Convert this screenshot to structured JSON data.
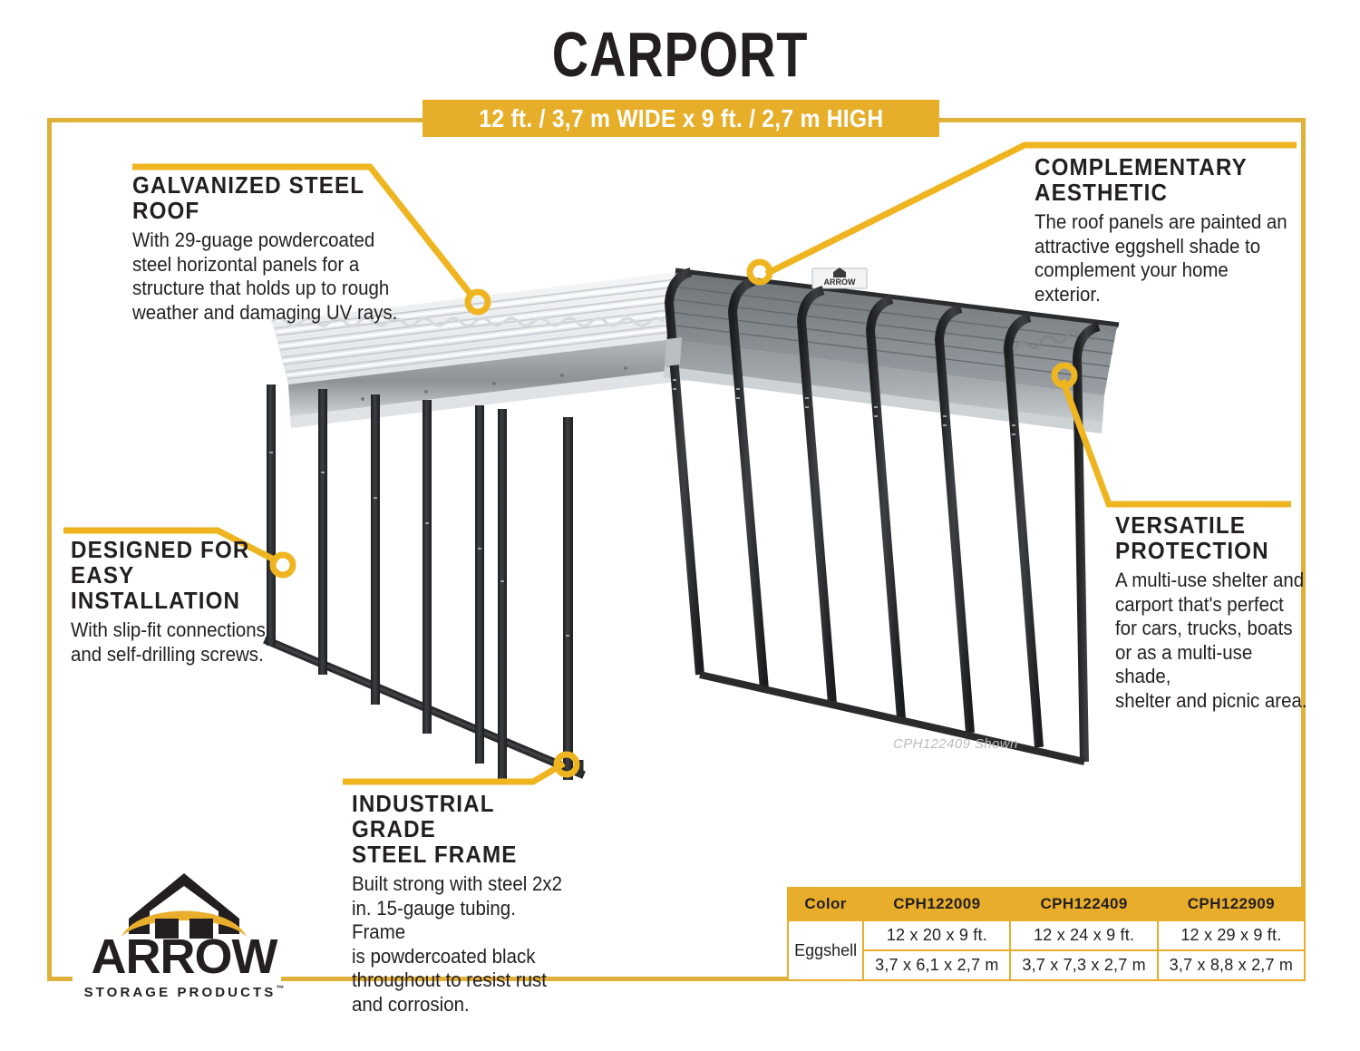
{
  "header": {
    "title": "CARPORT",
    "banner": "12 ft. / 3,7 m  WIDE  x  9 ft. / 2,7 m HIGH"
  },
  "callouts": [
    {
      "id": "galvanized-steel-roof",
      "heading": "GALVANIZED STEEL ROOF",
      "body": "With 29-guage powdercoated\nsteel horizontal panels for a\nstructure that holds up to rough\nweather and damaging UV rays."
    },
    {
      "id": "complementary-aesthetic",
      "heading": "COMPLEMENTARY AESTHETIC",
      "body": "The roof panels are painted an\nattractive eggshell shade to\ncomplement your home exterior."
    },
    {
      "id": "designed-for-easy-installation",
      "heading": "DESIGNED FOR EASY\nINSTALLATION",
      "body": "With slip-fit connections\nand self-drilling screws."
    },
    {
      "id": "versatile-protection",
      "heading": "VERSATILE\nPROTECTION",
      "body": "A multi-use shelter and\ncarport that's perfect\nfor cars, trucks, boats\nor as a multi-use shade,\nshelter and picnic area."
    },
    {
      "id": "industrial-grade-steel-frame",
      "heading": "INDUSTRIAL GRADE\nSTEEL FRAME",
      "body": "Built strong with steel 2x2\nin. 15-gauge tubing. Frame\nis powdercoated black\nthroughout to resist rust\nand corrosion."
    }
  ],
  "illustration": {
    "model_note": "CPH122409 Shown",
    "ridge_plate_label": "ARROW"
  },
  "logo": {
    "wordmark": "ARROW",
    "tagline": "STORAGE PRODUCTS",
    "trademark": "™"
  },
  "spec_table": {
    "headers": [
      "Color",
      "CPH122009",
      "CPH122409",
      "CPH122909"
    ],
    "color": "Eggshell",
    "rows": [
      {
        "unit": "ft",
        "values": [
          "12 x 20 x 9 ft.",
          "12 x 24 x 9 ft.",
          "12 x 29 x 9 ft."
        ]
      },
      {
        "unit": "m",
        "values": [
          "3,7 x 6,1 x 2,7 m",
          "3,7 x 7,3 x 2,7 m",
          "3,7 x 8,8 x 2,7 m"
        ]
      }
    ]
  },
  "colors": {
    "accent_yellow": "#E7AE29",
    "frame_yellow": "#E0B13A",
    "leader_yellow": "#EFB521",
    "ink": "#231f20",
    "roof_light": "#e9ecee",
    "roof_shade": "#9aa0a4",
    "frame_black": "#2e2f31"
  }
}
